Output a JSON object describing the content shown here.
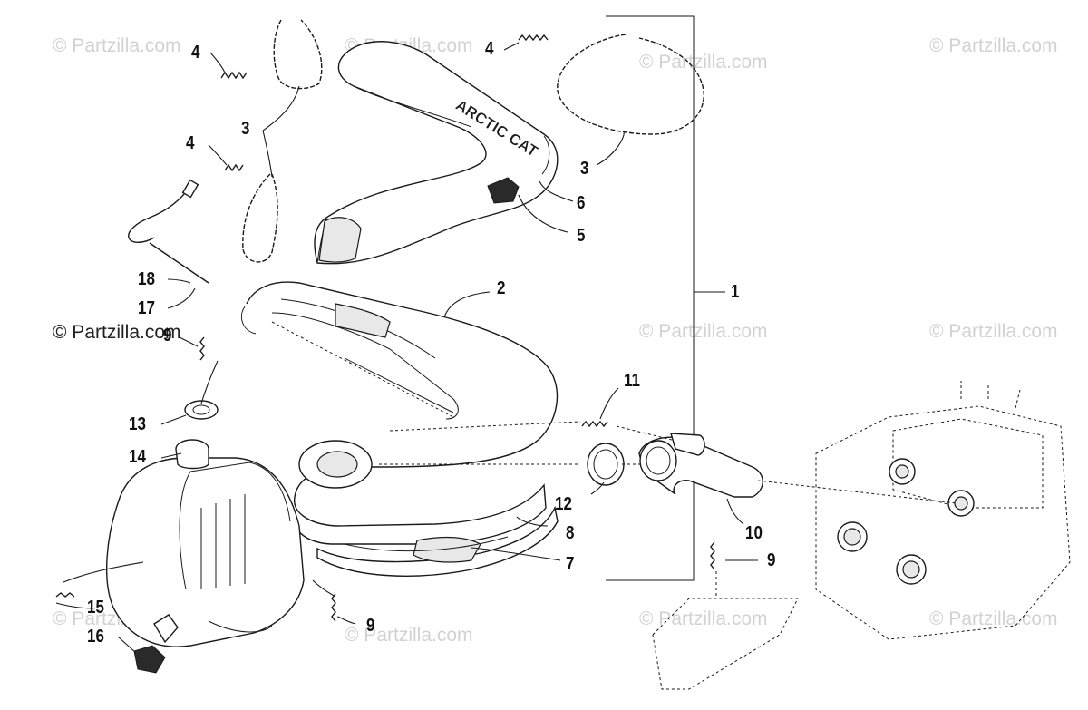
{
  "watermarks": {
    "text": "© Partzilla.com",
    "dark_text": "© Partzilla.com"
  },
  "brand_logo": {
    "text": "ARCTIC CAT"
  },
  "callouts": {
    "c1": "1",
    "c2": "2",
    "c3a": "3",
    "c3b": "3",
    "c4a": "4",
    "c4b": "4",
    "c4c": "4",
    "c5": "5",
    "c6": "6",
    "c7": "7",
    "c8": "8",
    "c9a": "9",
    "c9b": "9",
    "c9c": "9",
    "c10": "10",
    "c11": "11",
    "c12": "12",
    "c13": "13",
    "c14": "14",
    "c15": "15",
    "c16": "16",
    "c17": "17",
    "c18": "18"
  },
  "icons": {
    "spring": "spring-icon",
    "strap": "strap-icon",
    "bracket": "bracket-icon"
  },
  "colors": {
    "line": "#1a1a1a",
    "watermark": "#d2d2d2",
    "background": "#ffffff"
  }
}
